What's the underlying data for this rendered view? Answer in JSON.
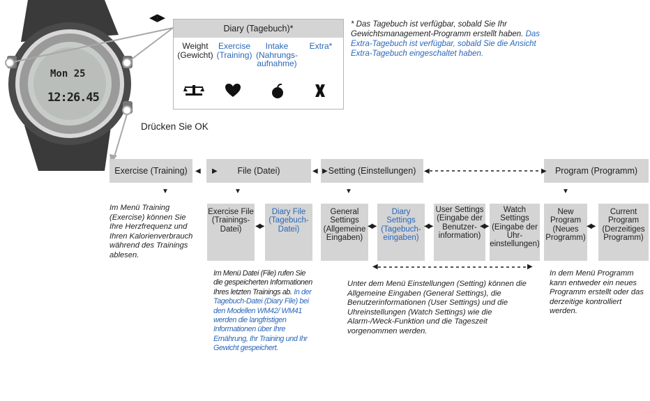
{
  "diary": {
    "title": "Diary (Tagebuch)*",
    "columns": [
      {
        "label": "Weight (Gewicht)",
        "icon": "scale-icon",
        "color": "#1e1e1e"
      },
      {
        "label": "Exercise (Training)",
        "icon": "heart-icon",
        "color": "#2a67b8"
      },
      {
        "label": "Intake (Nahrungs-aufnahme)",
        "icon": "apple-icon",
        "color": "#2a67b8"
      },
      {
        "label": "Extra*",
        "icon": "extra-x-icon",
        "color": "#2a67b8"
      }
    ],
    "footnote_black": "* Das Tagebuch ist verfügbar, sobald Sie Ihr Gewichtsmanagement-Programm erstellt haben.",
    "footnote_blue": "Das Extra-Tagebuch ist verfügbar, sobald Sie die Ansicht Extra-Tagebuch eingeschaltet haben."
  },
  "watch": {
    "display_line1": "Mon 25",
    "display_line2": "12:26.45",
    "press_ok": "Drücken Sie OK"
  },
  "menu": {
    "items": [
      "Exercise (Training)",
      "File (Datei)",
      "Setting (Einstellungen)",
      "Program (Programm)"
    ]
  },
  "file_sub": [
    {
      "label": "Exercise File (Trainings-Datei)"
    },
    {
      "label": "Diary File (Tagebuch-Datei)"
    }
  ],
  "setting_sub": [
    {
      "label": "General Settings (Allgemeine Eingaben)"
    },
    {
      "label": "Diary Settings (Tagebuch-eingaben)"
    },
    {
      "label": "User Settings (Eingabe der Benutzer-information)"
    },
    {
      "label": "Watch Settings (Eingabe der Uhr-einstellungen)"
    }
  ],
  "program_sub": [
    {
      "label": "New Program (Neues Programm)"
    },
    {
      "label": "Current Program (Derzeitiges Programm)"
    }
  ],
  "notes": {
    "exercise": "Im Menü Training (Exercise) können Sie Ihre Herzfrequenz und Ihren Kalorienverbrauch während des Trainings ablesen.",
    "file_black": "Im Menü Datei (File) rufen Sie die gespeicherten Informationen Ihres letzten Trainings ab.",
    "file_blue": "In der Tagebuch-Datei (Diary File) bei den Modellen WM42/ WM41 werden die langfristigen Informationen über Ihre Ernährung, Ihr Training und Ihr Gewicht gespeichert.",
    "setting": "Unter dem Menü Einstellungen (Setting) können die Allgemeine Eingaben (General Settings), die Benutzerinformationen (User Settings) und die Uhreinstellungen (Watch Settings) wie die Alarm-/Weck-Funktion und die Tageszeit vorgenommen werden.",
    "program": "In dem Menü Programm kann entweder ein neues Programm erstellt oder das derzeitige kontrolliert werden."
  },
  "colors": {
    "box": "#d4d4d4",
    "blue": "#2a67b8",
    "arrow": "#1e1e1e",
    "pointer": "#a8a8a8"
  }
}
